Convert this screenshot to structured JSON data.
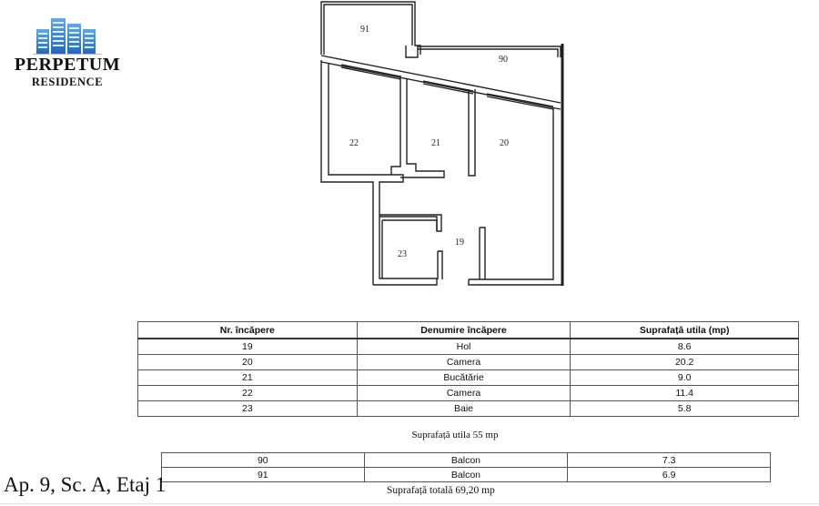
{
  "brand": {
    "name": "PERPETUM",
    "subtitle": "RESIDENCE",
    "logo_icon": "buildings-icon",
    "accent_color": "#3b82d6"
  },
  "floor_plan": {
    "rooms": [
      {
        "id": "91",
        "label": "91"
      },
      {
        "id": "90",
        "label": "90"
      },
      {
        "id": "22",
        "label": "22"
      },
      {
        "id": "21",
        "label": "21"
      },
      {
        "id": "20",
        "label": "20"
      },
      {
        "id": "23",
        "label": "23"
      },
      {
        "id": "19",
        "label": "19"
      }
    ]
  },
  "rooms_table": {
    "headers": [
      "Nr. încăpere",
      "Denumire încăpere",
      "Suprafață utila (mp)"
    ],
    "rows": [
      [
        "19",
        "Hol",
        "8.6"
      ],
      [
        "20",
        "Camera",
        "20.2"
      ],
      [
        "21",
        "Bucătărie",
        "9.0"
      ],
      [
        "22",
        "Camera",
        "11.4"
      ],
      [
        "23",
        "Baie",
        "5.8"
      ]
    ]
  },
  "useful_area_text": "Suprafață utila 55 mp",
  "balcony_table": {
    "rows": [
      [
        "90",
        "Balcon",
        "7.3"
      ],
      [
        "91",
        "Balcon",
        "6.9"
      ]
    ]
  },
  "apartment_label": "Ap. 9, Sc. A, Etaj 1",
  "total_area_text": "Suprafață totală 69,20 mp"
}
